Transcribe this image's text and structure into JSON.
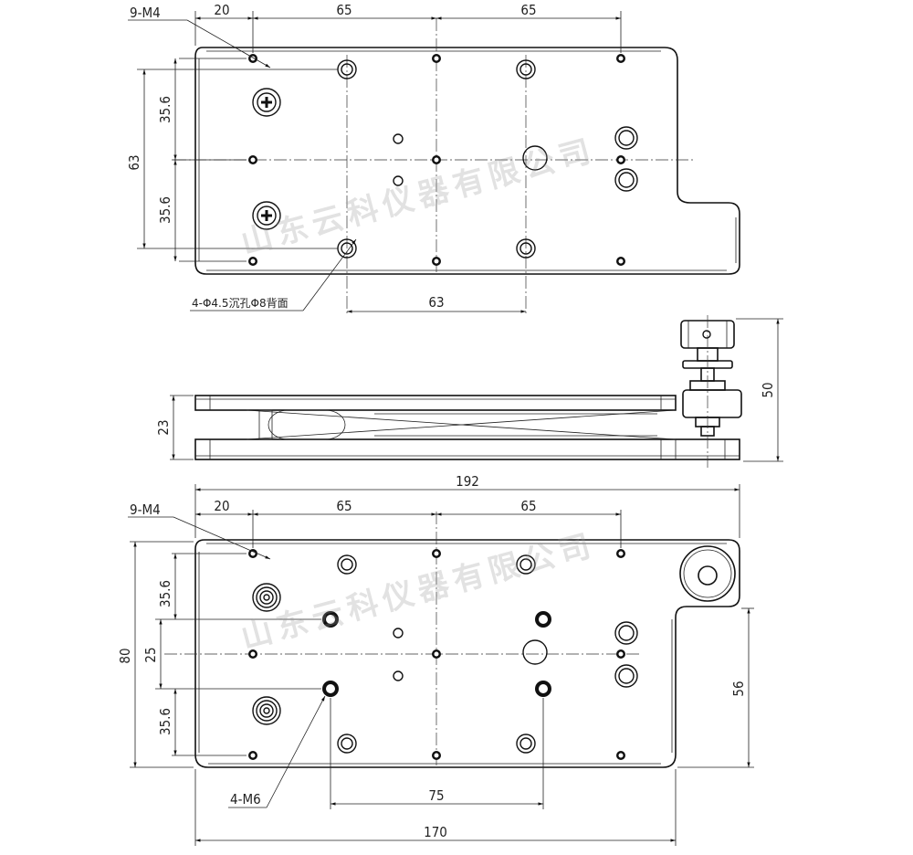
{
  "watermark": "山东云科仪器有限公司",
  "top_view": {
    "callout_top": "9-M4",
    "dims_top": [
      "20",
      "65",
      "65"
    ],
    "dims_left": [
      "35.6",
      "63",
      "35.6"
    ],
    "dim_bottom": "63",
    "note_counterbore": "4-Φ4.5沉孔Φ8背面"
  },
  "side_view": {
    "dim_height": "23",
    "dim_knob": "50"
  },
  "bottom_view": {
    "dim_overall_top": "192",
    "callout_top": "9-M4",
    "dims_top": [
      "20",
      "65",
      "65"
    ],
    "dims_left_outer": "80",
    "dims_left": [
      "35.6",
      "25",
      "35.6"
    ],
    "dim_right": "56",
    "callout_m6": "4-M6",
    "dim_holes": "75",
    "dim_overall_bottom": "170"
  }
}
